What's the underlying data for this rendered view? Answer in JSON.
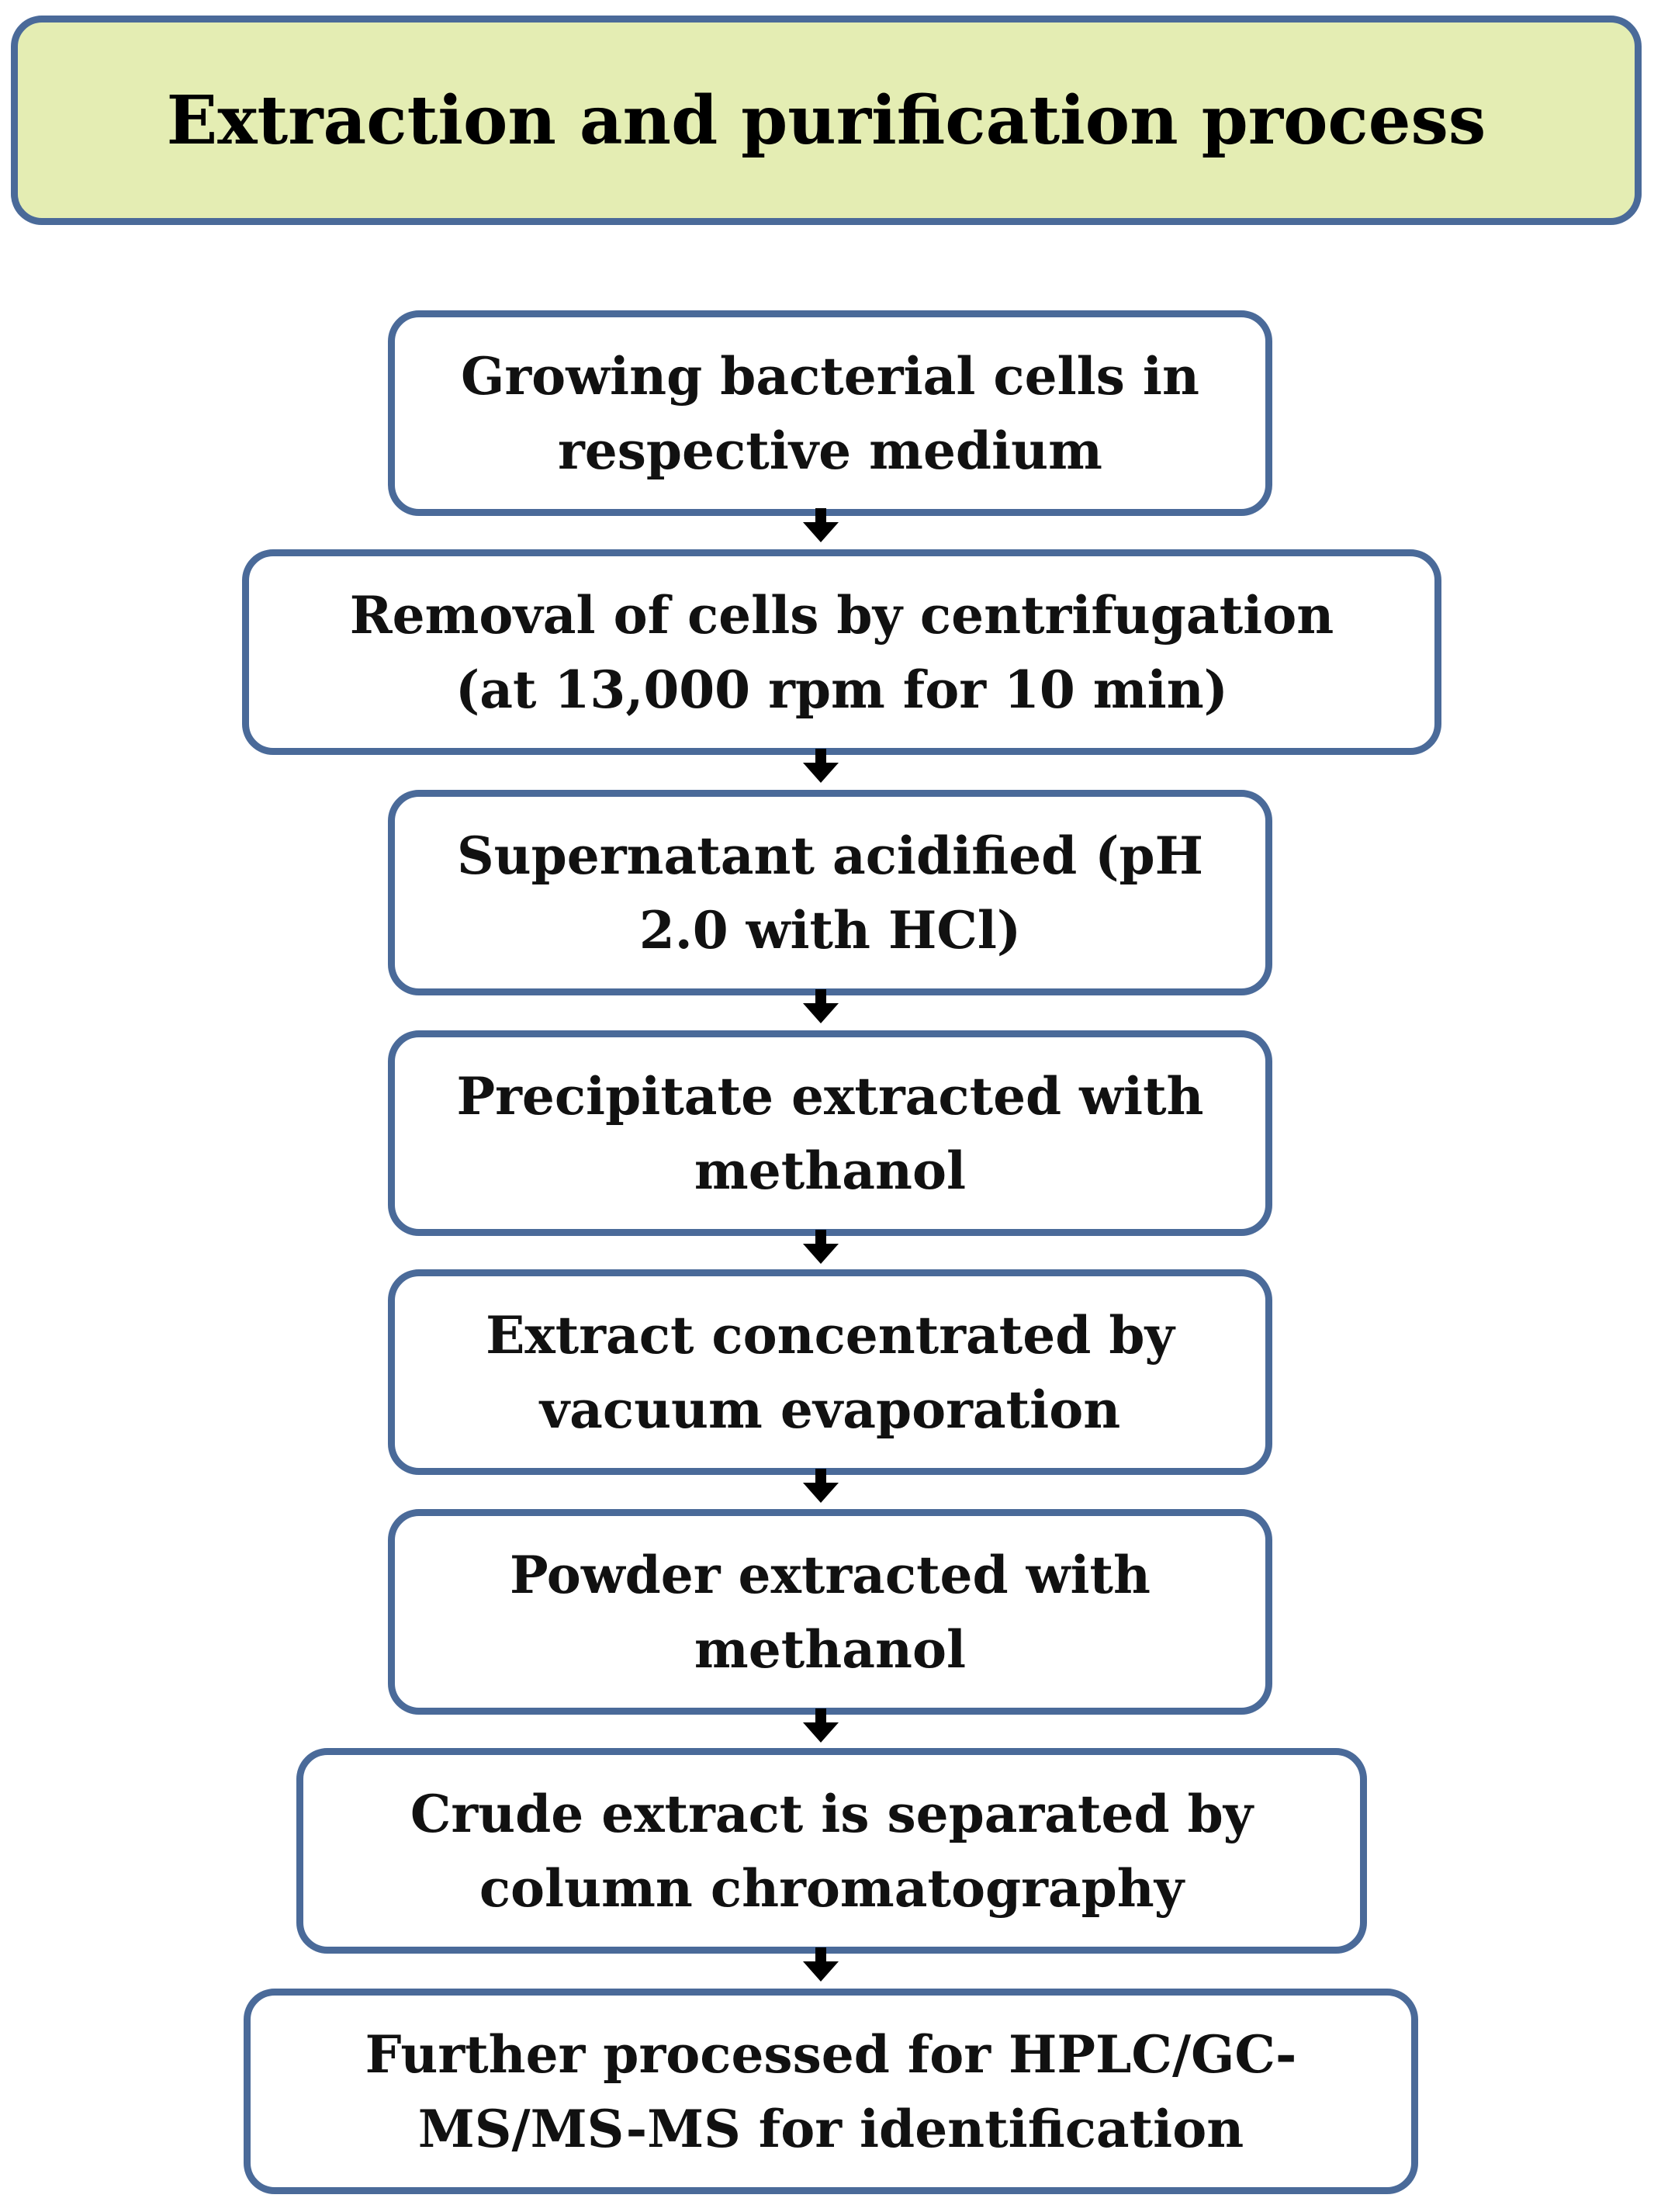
{
  "title": "Extraction and purification process",
  "steps": [
    {
      "text": "Growing bacterial cells in\nrespective medium"
    },
    {
      "text": "Removal of cells by centrifugation\n(at 13,000 rpm for 10 min)"
    },
    {
      "text": "Supernatant acidified (pH\n2.0 with HCl)"
    },
    {
      "text": "Precipitate extracted with\nmethanol"
    },
    {
      "text": "Extract concentrated by\nvacuum evaporation"
    },
    {
      "text": "Powder extracted with\nmethanol"
    },
    {
      "text": "Crude extract is separated by\ncolumn chromatography"
    },
    {
      "text": "Further processed for HPLC/GC-\nMS/MS-MS for identification"
    }
  ],
  "colors": {
    "title_fill": "#e4edb3",
    "border": "#4a6a99",
    "arrow": "#000000"
  }
}
